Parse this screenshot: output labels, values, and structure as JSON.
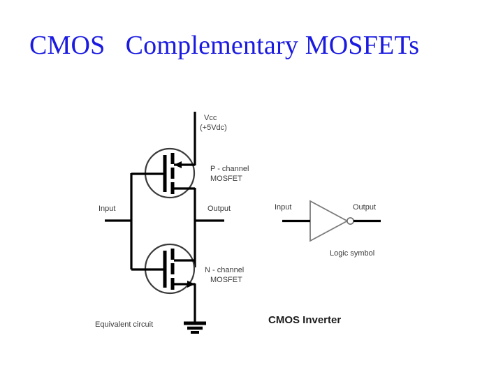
{
  "slide": {
    "title": "CMOS   Complementary MOSFETs",
    "title_color": "#1a1aE0",
    "background_color": "#ffffff"
  },
  "figure": {
    "circuit": {
      "supply_label_line1": "Vcc",
      "supply_label_line2": "(+5Vdc)",
      "pmos_label_line1": "P - channel",
      "pmos_label_line2": "MOSFET",
      "nmos_label_line1": "N - channel",
      "nmos_label_line2": "MOSFET",
      "input_label": "Input",
      "output_label": "Output",
      "caption": "Equivalent circuit",
      "ground_icon": "ground-icon",
      "pmos_icon": "p-channel-mosfet-icon",
      "nmos_icon": "n-channel-mosfet-icon"
    },
    "logic": {
      "input_label": "Input",
      "output_label": "Output",
      "caption": "Logic symbol",
      "inverter_icon": "inverter-triangle-icon",
      "bubble_icon": "inversion-bubble-icon"
    },
    "figure_caption": "CMOS Inverter"
  }
}
